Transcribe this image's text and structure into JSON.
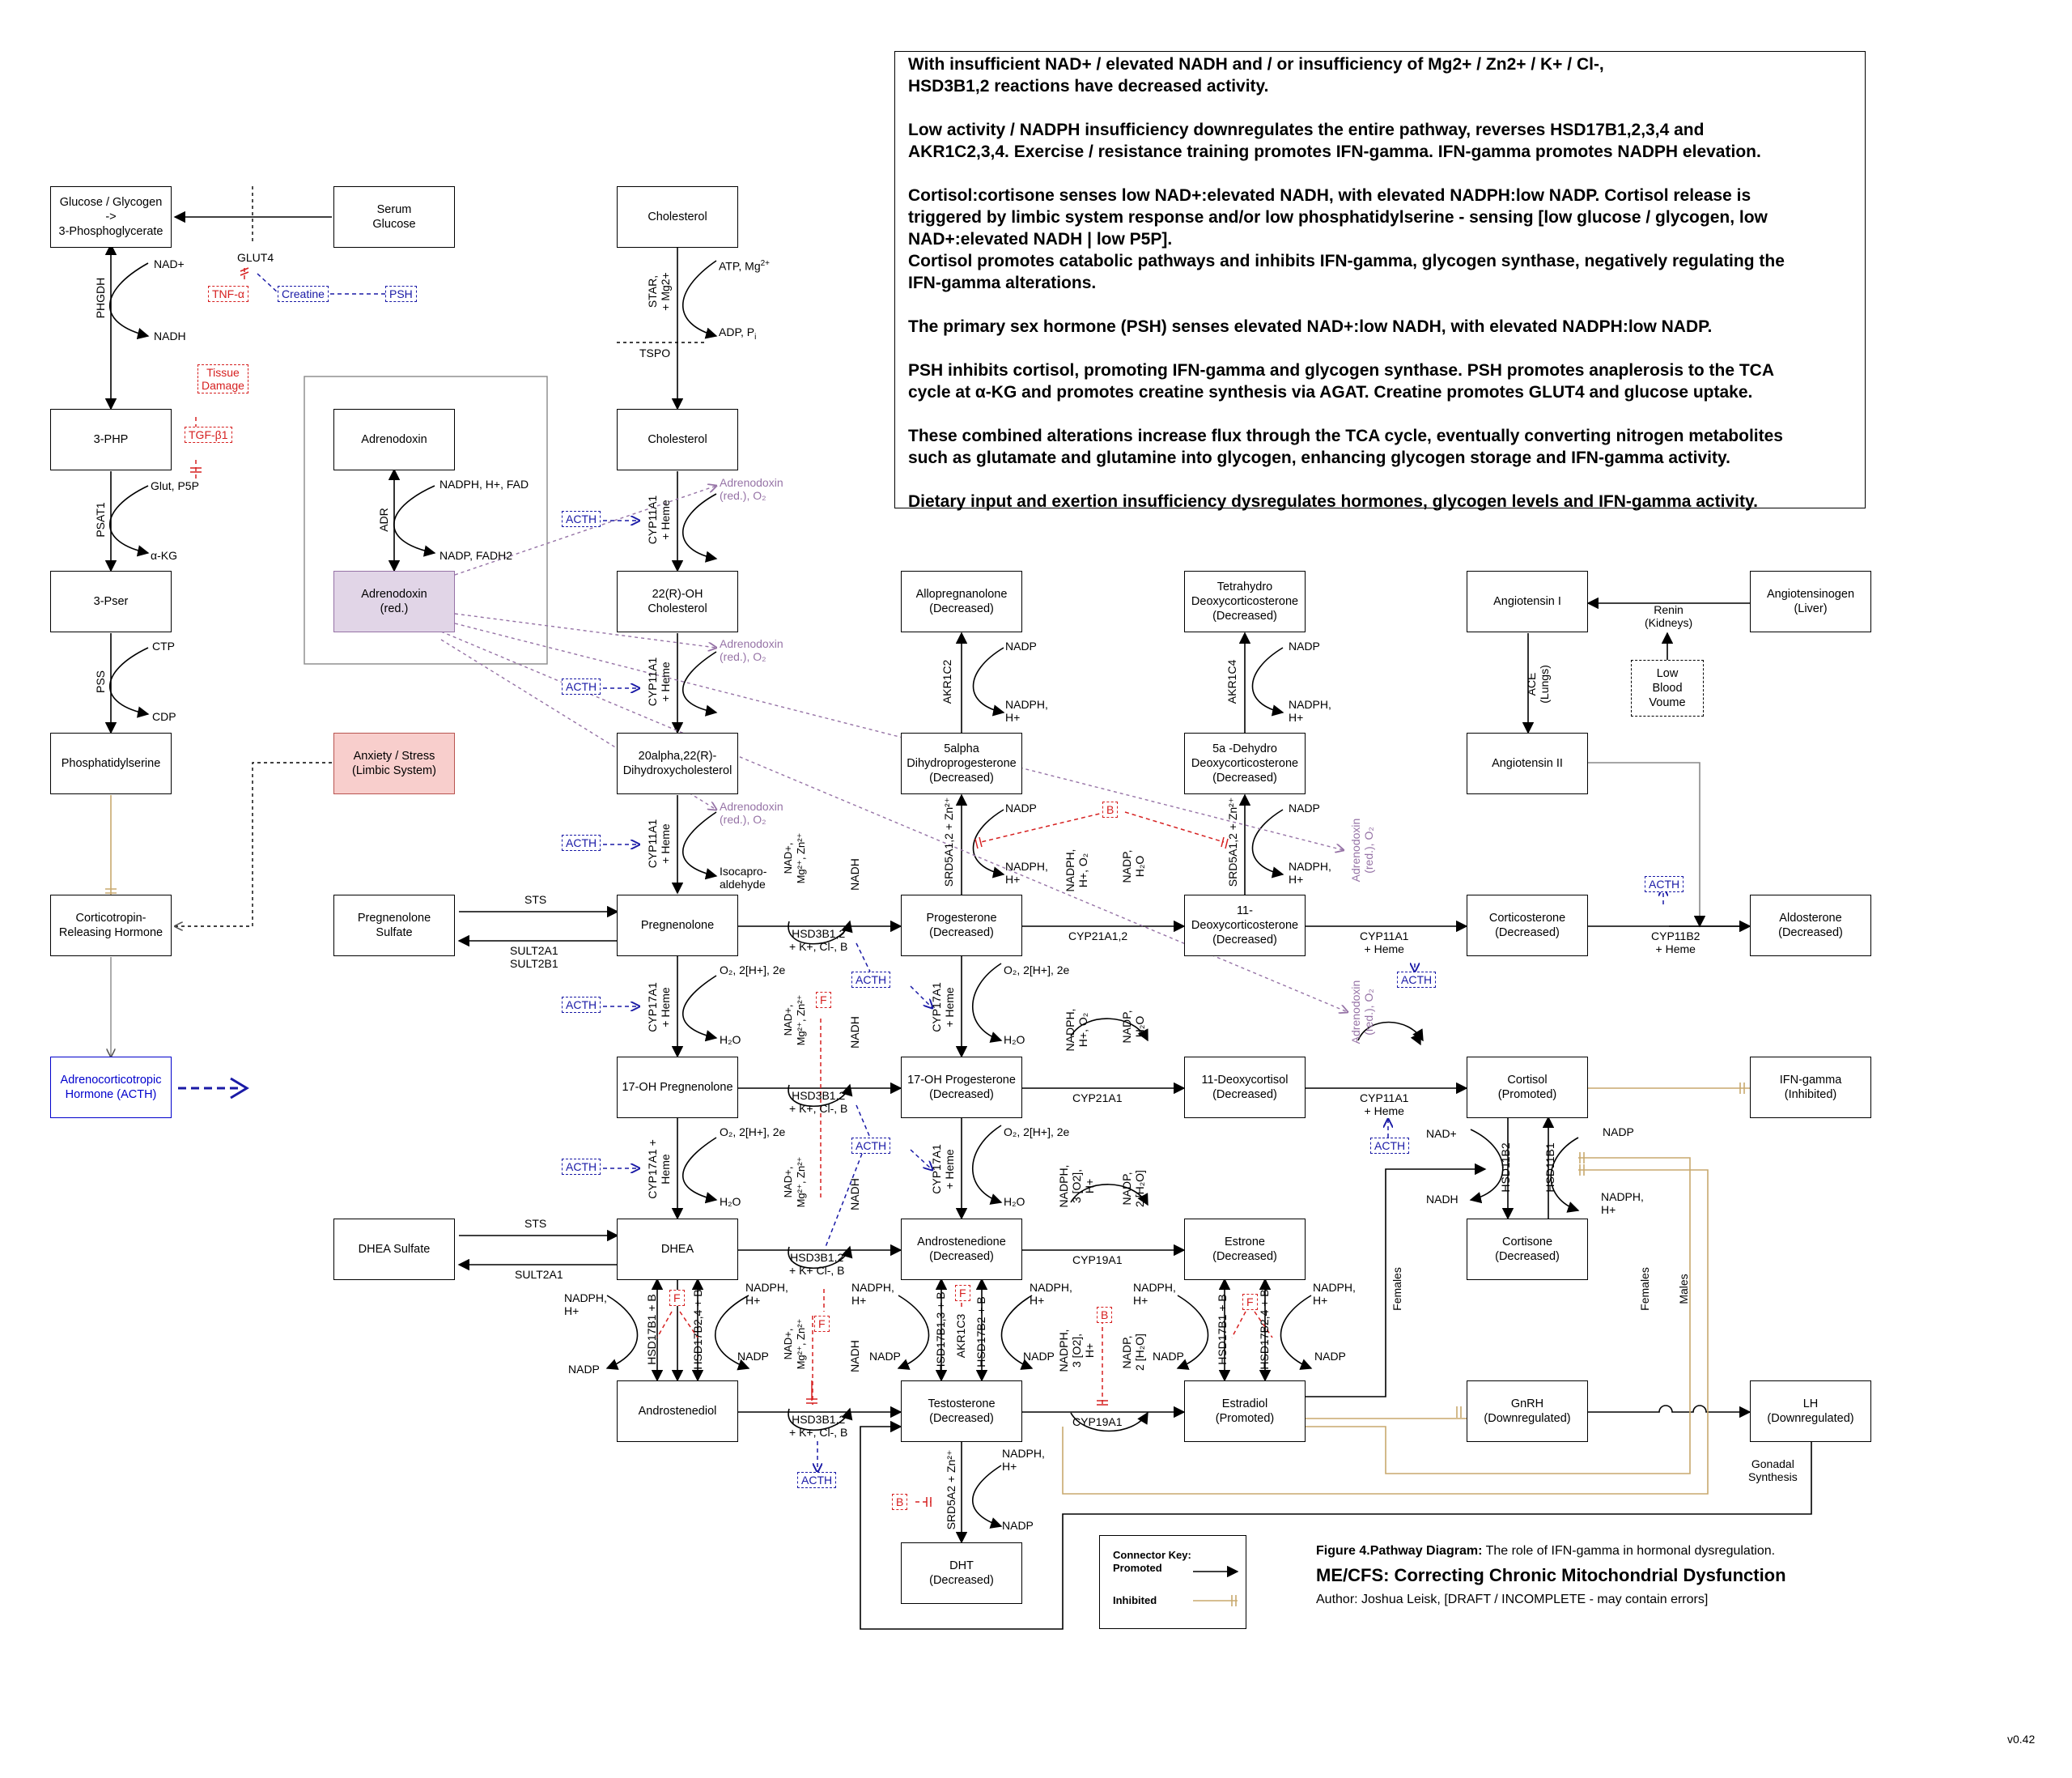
{
  "info_paragraphs": [
    "With insufficient NAD+ / elevated NADH and / or insufficiency of Mg2+ / Zn2+ / K+ / Cl-,\nHSD3B1,2 reactions have decreased activity.",
    "Low activity / NADPH insufficiency downregulates the entire pathway, reverses HSD17B1,2,3,4 and\nAKR1C2,3,4. Exercise / resistance training promotes IFN-gamma. IFN-gamma promotes NADPH elevation.",
    "Cortisol:cortisone senses low NAD+:elevated NADH, with elevated NADPH:low NADP. Cortisol release is\ntriggered by limbic system response and/or low phosphatidylserine -  sensing [low glucose / glycogen, low\nNAD+:elevated NADH | low P5P].\nCortisol promotes catabolic pathways and inhibits IFN-gamma, glycogen synthase, negatively regulating the\nIFN-gamma alterations.",
    "The primary sex hormone (PSH) senses elevated NAD+:low NADH, with elevated NADPH:low NADP.",
    "PSH inhibits cortisol, promoting IFN-gamma and glycogen synthase. PSH promotes anaplerosis to the TCA\ncycle at α-KG and promotes creatine synthesis via AGAT. Creatine promotes GLUT4 and glucose uptake.",
    "These combined alterations increase flux through the TCA cycle, eventually converting nitrogen metabolites\nsuch as glutamate and glutamine into glycogen, enhancing glycogen storage and IFN-gamma activity.",
    "Dietary input and exertion insufficiency dysregulates hormones, glycogen levels and IFN-gamma activity."
  ],
  "nodes": {
    "glucose": "Glucose / Glycogen\n->\n3-Phosphoglycerate",
    "serum_glucose": "Serum\nGlucose",
    "php": "3-PHP",
    "pser": "3-Pser",
    "ps": "Phosphatidylserine",
    "crh": "Corticotropin-\nReleasing Hormone",
    "acth_node": "Adrenocorticotropic\nHormone (ACTH)",
    "adrenodoxin": "Adrenodoxin",
    "adrenodoxin_red": "Adrenodoxin\n(red.)",
    "anxiety": "Anxiety / Stress\n(Limbic System)",
    "preg_sulfate": "Pregnenolone\nSulfate",
    "dhea_sulfate": "DHEA Sulfate",
    "cholesterol1": "Cholesterol",
    "cholesterol2": "Cholesterol",
    "oh_chol": "22(R)-OH\nCholesterol",
    "dihydroxy": "20alpha,22(R)-\nDihydroxycholesterol",
    "pregnenolone": "Pregnenolone",
    "oh_preg": "17-OH Pregnenolone",
    "dhea": "DHEA",
    "androstenediol": "Androstenediol",
    "allopreg": "Allopregnanolone\n(Decreased)",
    "dihydroprog": "5alpha\nDihydroprogesterone\n(Decreased)",
    "progesterone": "Progesterone\n(Decreased)",
    "oh_prog": "17-OH Progesterone\n(Decreased)",
    "androstenedione": "Androstenedione\n(Decreased)",
    "testosterone": "Testosterone\n(Decreased)",
    "dht": "DHT\n(Decreased)",
    "thdoc": "Tetrahydro\nDeoxycorticosterone\n(Decreased)",
    "dehydro_doc": "5a -Dehydro\nDeoxycorticosterone\n(Decreased)",
    "doc": "11-\nDeoxycorticosterone\n(Decreased)",
    "deoxycortisol": "11-Deoxycortisol\n(Decreased)",
    "estrone": "Estrone\n(Decreased)",
    "estradiol": "Estradiol\n(Promoted)",
    "angiotensin1": "Angiotensin I",
    "angiotensinogen": "Angiotensinogen\n(Liver)",
    "low_bp": "Low\nBlood\nVoume",
    "angiotensin2": "Angiotensin II",
    "corticosterone": "Corticosterone\n(Decreased)",
    "aldosterone": "Aldosterone\n(Decreased)",
    "cortisol": "Cortisol\n(Promoted)",
    "ifn": "IFN-gamma\n(Inhibited)",
    "cortisone": "Cortisone\n(Decreased)",
    "gnrh": "GnRH\n(Downregulated)",
    "lh": "LH\n(Downregulated)"
  },
  "labels": {
    "glut4": "GLUT4",
    "tsp0": "TSPO",
    "nad_plus": "NAD+",
    "nadh": "NADH",
    "glut_p5p": "Glut, P5P",
    "akg": "α-KG",
    "ctp": "CTP",
    "cdp": "CDP",
    "atp": "ATP, Mg",
    "atp_sup": "2+",
    "adp": "ADP, P",
    "adp_sub": "i",
    "nadph_h_fad": "NADPH, H+, FAD",
    "nadp_fadh2": "NADP, FADH2",
    "adx_red_o2": "Adrenodoxin\n(red.), O₂",
    "isocapro": "Isocapro-\naldehyde",
    "sts": "STS",
    "sult2a1_2b1": "SULT2A1\nSULT2B1",
    "sult2a1": "SULT2A1",
    "o2_2h_2e": "O₂, 2[H+], 2e",
    "h2o": "H₂O",
    "hsd3b_line": "HSD3B1,2\n+ K+, Cl-, B",
    "hsd3b_line_b": "HSD3B1,2\n+ K+ Cl-, B",
    "nad_mg_zn": "NAD+,\nMg²⁺, Zn²⁺",
    "nadp": "NADP",
    "nadph_h": "NADPH,\nH+",
    "cyp21a1_2": "CYP21A1,2",
    "cyp21a1": "CYP21A1",
    "cyp11a1_heme": "CYP11A1\n+ Heme",
    "cyp11b2_heme": "CYP11B2\n+ Heme",
    "cyp19a1": "CYP19A1",
    "nadph_h_o2": "NADPH,\nH+, O₂",
    "nadp_h2o": "NADP,\nH₂O",
    "nadph_3o2": "NADPH,\n3 [O2],\nH+",
    "nadp_2h2o": "NADP,\n2 [H₂O]",
    "renin": "Renin\n(Kidneys)",
    "ace": "ACE\n(Lungs)",
    "phgdh": "PHGDH",
    "psat1": "PSAT1",
    "pss": "PSS",
    "adr": "ADR",
    "star": "STAR,\n+ Mg2+",
    "cyp11a1_v": "CYP11A1\n+ Heme",
    "cyp17a1_v": "CYP17A1\n+ Heme",
    "cyp17a1_v2": "CYP17A1 +\nHeme",
    "akr1c2": "AKR1C2",
    "akr1c4": "AKR1C4",
    "srd5a12": "SRD5A1,2 + Zn²⁺",
    "srd5a2": "SRD5A2 + Zn²⁺",
    "hsd17b1": "HSD17B1 + B",
    "hsd17b24": "HSD17B2,4 + B",
    "hsd17b13": "HSD17B1,3 + B",
    "akr1c3": "AKR1C3",
    "hsd17b2": "HSD17B2 + B",
    "hsd11b2": "HSD11B2",
    "hsd11b1": "HSD11B1",
    "females": "Females",
    "males": "Males",
    "gonadal": "Gonadal\nSynthesis",
    "tag_tnfa": "TNF-α",
    "tag_creatine": "Creatine",
    "tag_psh": "PSH",
    "tag_tissue": "Tissue\nDamage",
    "tag_tgfb": "TGF-β1",
    "tag_acth": "ACTH",
    "tag_b": "B",
    "tag_f": "F"
  },
  "key": {
    "title": "Connector Key:",
    "promoted": "Promoted",
    "inhibited": "Inhibited"
  },
  "caption": {
    "figure": "Figure 4.",
    "figure_bold": "Pathway Diagram:",
    "figure_text": " The role of IFN-gamma in hormonal dysregulation.",
    "title": "ME/CFS: Correcting Chronic Mitochondrial Dysfunction",
    "author": "Author: Joshua Leisk, [DRAFT / INCOMPLETE - may contain errors]"
  },
  "version": "v0.42",
  "colors": {
    "promoted": "#000000",
    "inhibited": "#c8a96e",
    "acth_blue": "#1a1aa6",
    "inhibit_red": "#d62020",
    "adrenodoxin_purple": "#9673a6"
  }
}
